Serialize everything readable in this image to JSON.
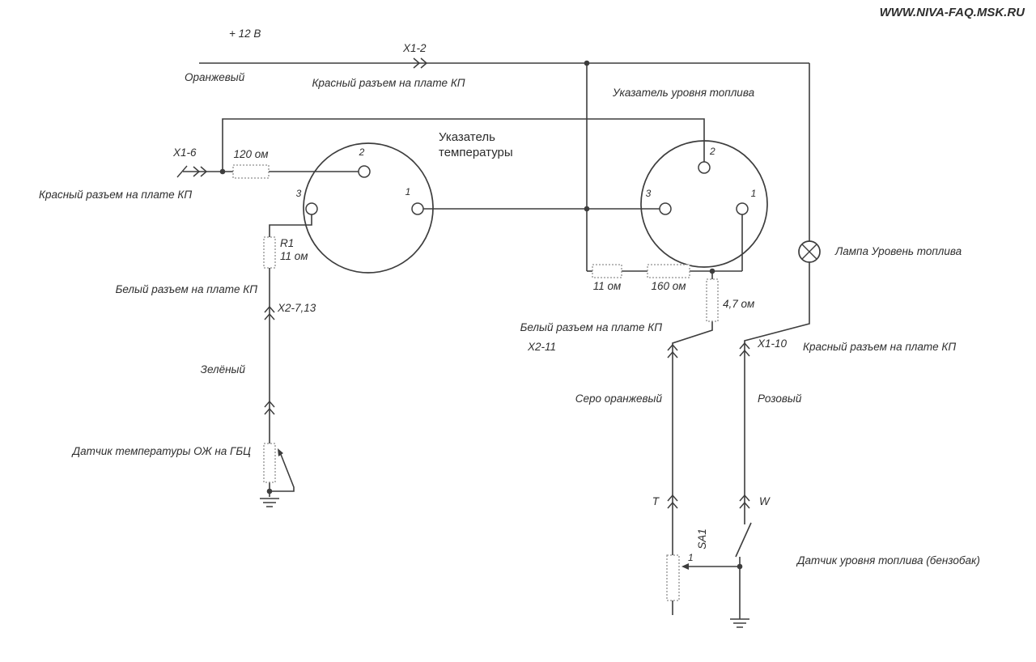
{
  "site": "WWW.NIVA-FAQ.MSK.RU",
  "power": {
    "plus12": "+ 12 В"
  },
  "connectors": {
    "x1_2": "X1-2",
    "x1_6": "X1-6",
    "x2_7_13": "X2-7,13",
    "x2_11": "X2-11",
    "x1_10": "X1-10",
    "t": "T",
    "w": "W"
  },
  "notes": {
    "red_top": "Красный разъем на плате КП",
    "red_left": "Красный разъем на плате КП",
    "white_left": "Белый разъем на плате КП",
    "white_right": "Белый разъем на плате КП",
    "red_right": "Красный разъем на плате КП"
  },
  "wires": {
    "orange": "Оранжевый",
    "green": "Зелёный",
    "gray_orange": "Серо оранжевый",
    "pink": "Розовый"
  },
  "gauges": {
    "temperature": {
      "title1": "Указатель",
      "title2": "температуры",
      "t1": "1",
      "t2": "2",
      "t3": "3"
    },
    "fuel": {
      "title": "Указатель уровня топлива",
      "t1": "1",
      "t2": "2",
      "t3": "3"
    }
  },
  "resistors": {
    "r120": "120 ом",
    "r1_name": "R1",
    "r1_value": "11 ом",
    "r11": "11 ом",
    "r160": "160 ом",
    "r47": "4,7 ом"
  },
  "components": {
    "lamp": "Лампа Уровень топлива",
    "temp_sensor": "Датчик температуры ОЖ на ГБЦ",
    "fuel_sensor": "Датчик уровня топлива (бензобак)",
    "switch": "SA1",
    "sender_terminal": "1"
  },
  "colors": {
    "line": "#3d3d3d",
    "box_stroke": "#8f8f8f",
    "text": "#2e2e2e"
  }
}
